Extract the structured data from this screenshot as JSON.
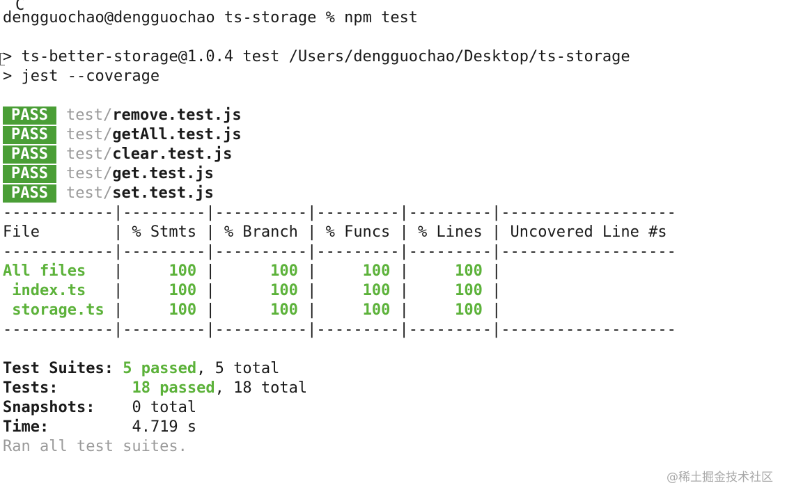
{
  "prompt": {
    "user_host": "dengguochao@dengguochao",
    "directory": "ts-storage",
    "symbol": "%",
    "command": "npm test",
    "top_cut": "C"
  },
  "script_lines": [
    "> ts-better-storage@1.0.4 test /Users/dengguochao/Desktop/ts-storage",
    "> jest --coverage"
  ],
  "pass_label": "PASS",
  "results": [
    {
      "dir": "test/",
      "file": "remove.test.js"
    },
    {
      "dir": "test/",
      "file": "getAll.test.js"
    },
    {
      "dir": "test/",
      "file": "clear.test.js"
    },
    {
      "dir": "test/",
      "file": "get.test.js"
    },
    {
      "dir": "test/",
      "file": "set.test.js"
    }
  ],
  "coverage": {
    "separator": "------------|---------|----------|---------|---------|-------------------",
    "header": "File        | % Stmts | % Branch | % Funcs | % Lines | Uncovered Line #s ",
    "rows": [
      {
        "file": "All files   ",
        "stmts": "100",
        "branch": "100",
        "funcs": "100",
        "lines": "100"
      },
      {
        "file": " index.ts   ",
        "stmts": "100",
        "branch": "100",
        "funcs": "100",
        "lines": "100"
      },
      {
        "file": " storage.ts ",
        "stmts": "100",
        "branch": "100",
        "funcs": "100",
        "lines": "100"
      }
    ]
  },
  "summary": {
    "suites_label": "Test Suites:",
    "suites_passed": "5 passed",
    "suites_total": ", 5 total",
    "tests_label": "Tests:",
    "tests_passed": "18 passed",
    "tests_total": ", 18 total",
    "snapshots_label": "Snapshots:",
    "snapshots_value": "0 total",
    "time_label": "Time:",
    "time_value": "4.719 s",
    "footer": "Ran all test suites."
  },
  "watermark": "@稀土掘金技术社区",
  "colors": {
    "pass_bg": "#4a9e36",
    "green": "#5cb23a",
    "dim": "#9a9a9a"
  }
}
